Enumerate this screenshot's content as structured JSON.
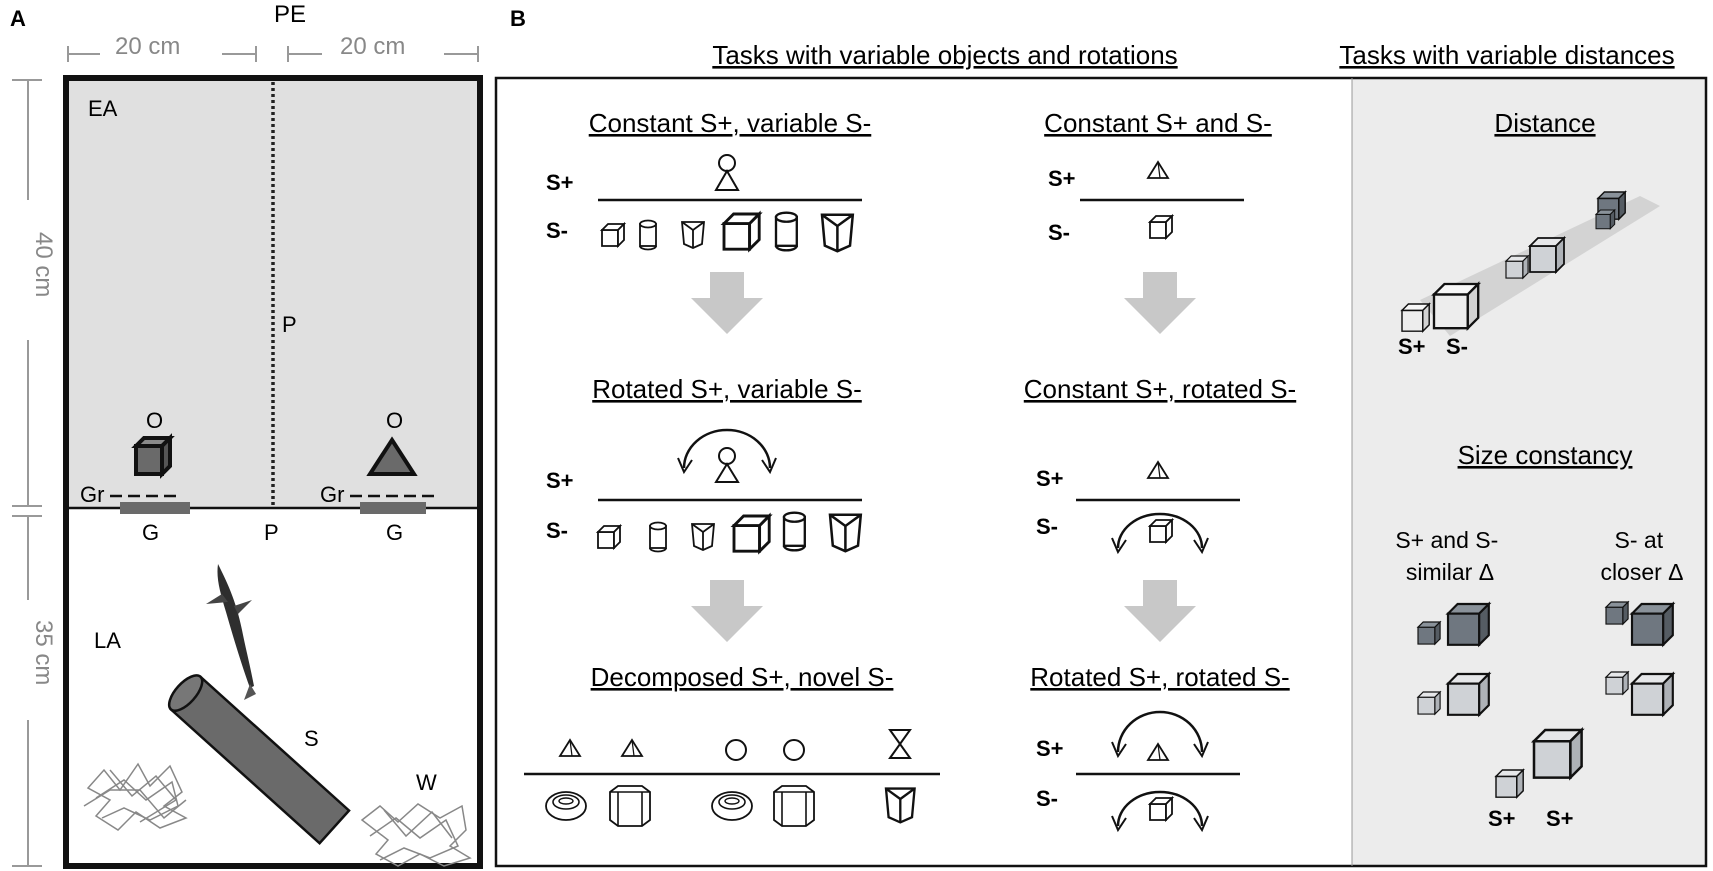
{
  "panel_a": {
    "letter": "A",
    "pe": "PE",
    "dim_width_left": "20 cm",
    "dim_width_right": "20 cm",
    "dim_height_top": "40 cm",
    "dim_height_bottom": "35 cm",
    "ea": "EA",
    "la": "LA",
    "p_upper": "P",
    "p_lower": "P",
    "o_left": "O",
    "o_right": "O",
    "gr_left": "Gr",
    "gr_right": "Gr",
    "g_left": "G",
    "g_right": "G",
    "s": "S",
    "w": "W"
  },
  "panel_b": {
    "letter": "B",
    "header_left": "Tasks with variable objects and rotations",
    "header_right": "Tasks with variable distances",
    "col1": {
      "t1": "Constant S+, variable S-",
      "t2": "Rotated S+, variable S-",
      "t3": "Decomposed S+, novel S-"
    },
    "col2": {
      "t1": "Constant S+ and S-",
      "t2": "Constant S+, rotated S-",
      "t3": "Rotated S+, rotated S-"
    },
    "col3": {
      "t1": "Distance",
      "t2": "Size constancy",
      "similar": "S+ and S-\nsimilar Δ",
      "closer": "S- at\ncloser Δ"
    },
    "s_plus": "S+",
    "s_minus": "S-"
  },
  "colors": {
    "tank_upper": "#e0e0e0",
    "tank_lower": "#ffffff",
    "arrow": "#c8c8c8",
    "right_panel_bg": "#ececec",
    "dark_cube": "#6f7780",
    "light_cube": "#dcdde0"
  }
}
